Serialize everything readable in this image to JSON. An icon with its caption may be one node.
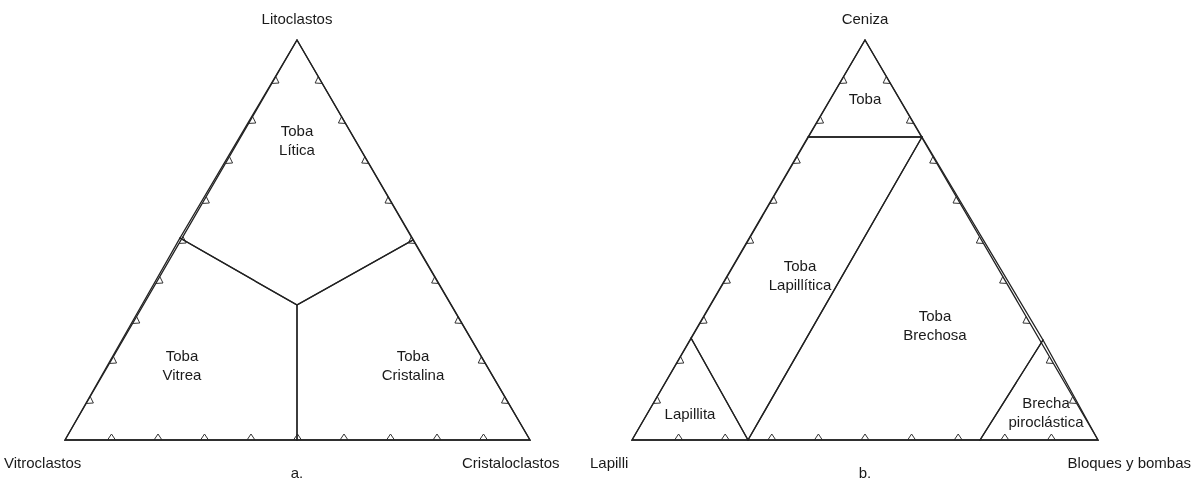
{
  "diagram": {
    "nodes": [
      {
        "text": [
          "Toba Lítica"
        ]
      },
      {
        "text": [
          "Toba Vitrea"
        ]
      },
      {
        "text": [
          "Toba Cristalina"
        ]
      },
      {
        "text": [
          "Toba"
        ]
      },
      {
        "text": [
          "Toba Lapillítica"
        ]
      },
      {
        "text": [
          "Lapillita"
        ]
      },
      {
        "text": [
          "Toba Brechosa"
        ]
      },
      {
        "text": [
          "Brecha piroclástica"
        ]
      }
    ],
    "labels": [
      "Litoclastos",
      "Ceniza",
      "Vitroclastos",
      "a.",
      "Cristaloclastos",
      "Lapilli",
      "b.",
      "Bloques y bombas"
    ]
  }
}
